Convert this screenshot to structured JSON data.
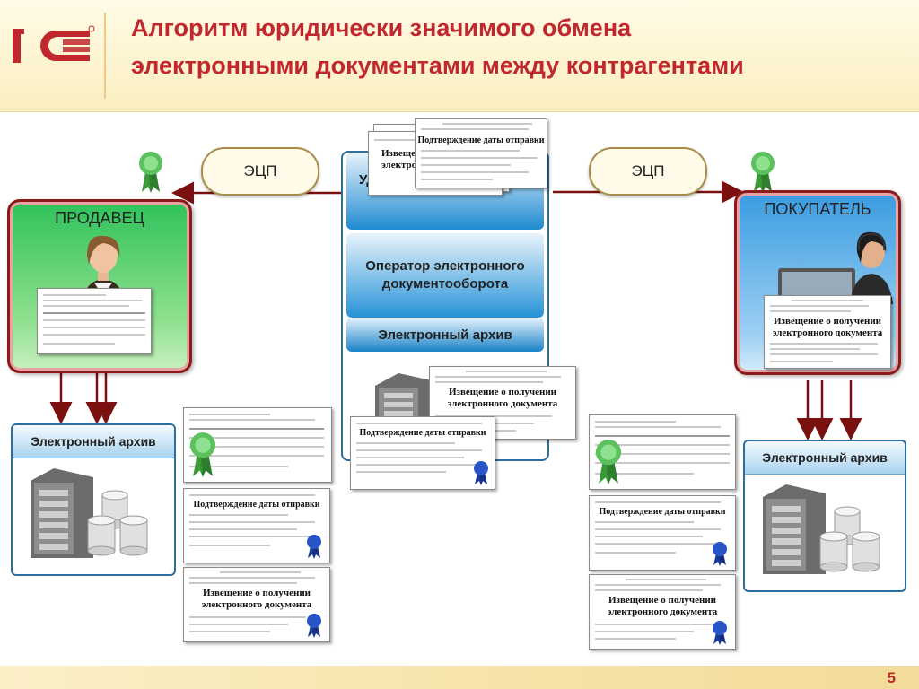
{
  "slide": {
    "title_line1": "Алгоритм юридически значимого обмена",
    "title_line2": "электронными документами между контрагентами",
    "page_number": "5"
  },
  "brand": {
    "logo_text": "1С",
    "accent": "#c0282d"
  },
  "signature": {
    "left_label": "ЭЦП",
    "right_label": "ЭЦП"
  },
  "seller": {
    "label": "ПРОДАВЕЦ"
  },
  "buyer": {
    "label": "ПОКУПАТЕЛЬ"
  },
  "center": {
    "top_label_partial": "Уд",
    "operator_line1": "Оператор  электронного",
    "operator_line2": "документооборота",
    "archive_label": "Электронный архив"
  },
  "archive_left": {
    "label": "Электронный архив"
  },
  "archive_right": {
    "label": "Электронный архив"
  },
  "documents": {
    "confirmation_title": "Подтверждение даты отправки",
    "notice_line1": "Извещение о получении",
    "notice_line2": "электронного документа",
    "notice_partial_line1": "Извеще",
    "notice_partial_line2": "электрон"
  },
  "colors": {
    "title_red": "#c0282d",
    "seller_green": "#2fc25b",
    "buyer_blue": "#3a9ce0",
    "panel_blue": "#1e8ad0",
    "arrow_dark_red": "#7a1010"
  },
  "icons": [
    "logo-1c",
    "green-seal-ribbon",
    "blue-seal-ribbon",
    "server-icon",
    "database-cylinders-icon",
    "woman-portrait",
    "woman-headset-portrait"
  ]
}
